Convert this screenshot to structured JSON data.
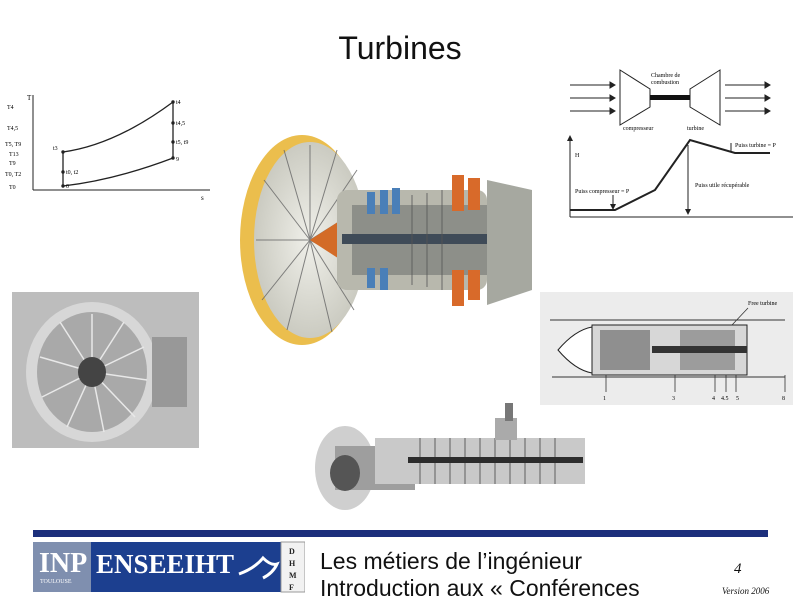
{
  "slide": {
    "title": "Turbines",
    "page_number": "4",
    "version": "Version 2006"
  },
  "footer": {
    "title_line_1": "Les métiers de l’ingénieur",
    "title_line_2": "Introduction aux « Conférences",
    "logo_inp": "INP",
    "logo_inp_sub": "TOULOUSE",
    "logo_enseeiht": "ENSEEIHT",
    "logo_dhmf": [
      "D",
      "H",
      "M",
      "F"
    ]
  },
  "ts_diagram": {
    "axis_y": "T",
    "axis_x": "s",
    "y_labels": [
      "T4",
      "T4,5",
      "T5, T9",
      "T13",
      "T9",
      "T0, T2",
      "T0"
    ],
    "point_labels": [
      "t4",
      "t4,5",
      "t5, t9",
      "9",
      "t3",
      "t0, t2",
      "0"
    ]
  },
  "power_diagram": {
    "chamber_label_1": "Chambre de",
    "chamber_label_2": "combustion",
    "compressor_label": "compresseur",
    "turbine_label": "turbine",
    "h_label": "H",
    "turbine_power": "Puiss turbine = P",
    "compressor_power": "Puiss compresseur = P",
    "useful_power": "Puiss utile récupérable"
  },
  "section_diagram": {
    "free_turbine": "Free turbine",
    "station_labels": [
      "1",
      "3",
      "4",
      "4.5",
      "5",
      "8"
    ]
  },
  "colors": {
    "footer_bar": "#1c2f7c",
    "logo_blue": "#1c3f8f",
    "engine_orange": "#d86a2a",
    "engine_blue": "#4a7fb8",
    "engine_yellow": "#e8b830"
  }
}
